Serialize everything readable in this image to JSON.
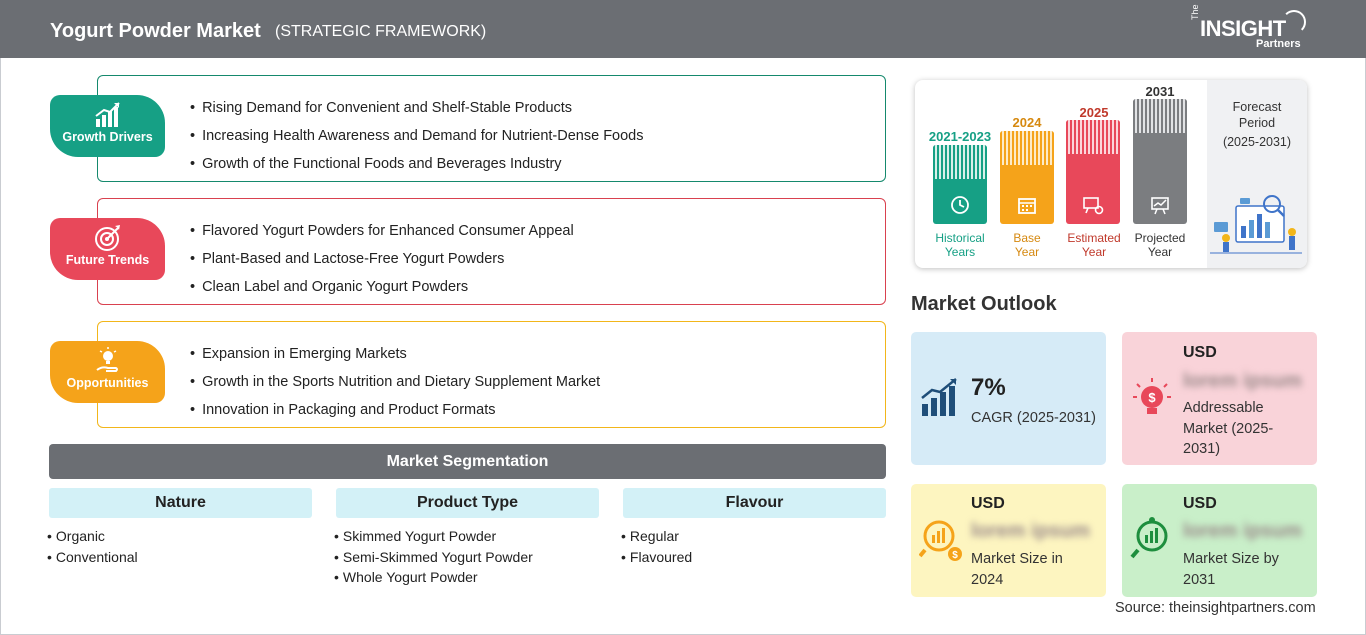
{
  "header": {
    "title": "Yogurt Powder Market",
    "subtitle": "(STRATEGIC FRAMEWORK)",
    "logo_the": "The",
    "logo_main": "INSIGHT",
    "logo_sub": "Partners"
  },
  "framework": {
    "growth_drivers": {
      "label": "Growth Drivers",
      "color": "#16a085",
      "icon": "bar-chart-growth-icon",
      "items": [
        "Rising Demand for Convenient and Shelf-Stable Products",
        "Increasing Health Awareness and Demand for Nutrient-Dense Foods",
        "Growth of the Functional Foods and Beverages Industry"
      ]
    },
    "future_trends": {
      "label": "Future Trends",
      "color": "#e8485a",
      "icon": "target-icon",
      "items": [
        "Flavored Yogurt Powders for Enhanced Consumer Appeal",
        "Plant-Based and Lactose-Free Yogurt Powders",
        "Clean Label and Organic Yogurt Powders"
      ]
    },
    "opportunities": {
      "label": "Opportunities",
      "color": "#f5a31a",
      "icon": "hand-lightbulb-icon",
      "items": [
        "Expansion in Emerging Markets",
        "Growth in the Sports Nutrition and Dietary Supplement Market",
        "Innovation in Packaging and Product Formats"
      ]
    }
  },
  "segmentation": {
    "title": "Market Segmentation",
    "columns": [
      {
        "head": "Nature",
        "items": [
          "Organic",
          "Conventional"
        ]
      },
      {
        "head": "Product Type",
        "items": [
          "Skimmed Yogurt Powder",
          "Semi-Skimmed Yogurt Powder",
          "Whole Yogurt Powder"
        ]
      },
      {
        "head": "Flavour",
        "items": [
          "Regular",
          "Flavoured"
        ]
      }
    ]
  },
  "timeline": {
    "historical": {
      "year": "2021-2023",
      "label_1": "Historical",
      "label_2": "Years",
      "color": "#16a085"
    },
    "base": {
      "year": "2024",
      "label_1": "Base",
      "label_2": "Year",
      "color": "#f5a31a"
    },
    "estimated": {
      "year": "2025",
      "label_1": "Estimated",
      "label_2": "Year",
      "color": "#e8485a"
    },
    "projected": {
      "year": "2031",
      "label_1": "Projected",
      "label_2": "Year",
      "color": "#7b7d80"
    },
    "forecast_1": "Forecast",
    "forecast_2": "Period",
    "forecast_3": "(2025-2031)"
  },
  "outlook": {
    "title": "Market Outlook",
    "cagr": {
      "value": "7%",
      "label": "CAGR (2025-2031)",
      "bg": "#d6ebf7"
    },
    "addressable": {
      "usd": "USD",
      "blurred": "lorem ipsum",
      "label_1": "Addressable",
      "label_2": "Market (2025-",
      "label_3": "2031)",
      "bg": "#f9d3d9"
    },
    "size_2024": {
      "usd": "USD",
      "blurred": "lorem ipsum",
      "label_1": "Market Size in",
      "label_2": "2024",
      "bg": "#fdf5c0"
    },
    "size_2031": {
      "usd": "USD",
      "blurred": "lorem ipsum",
      "label_1": "Market Size by",
      "label_2": "2031",
      "bg": "#c9efc9"
    }
  },
  "source": "Source: theinsightpartners.com"
}
